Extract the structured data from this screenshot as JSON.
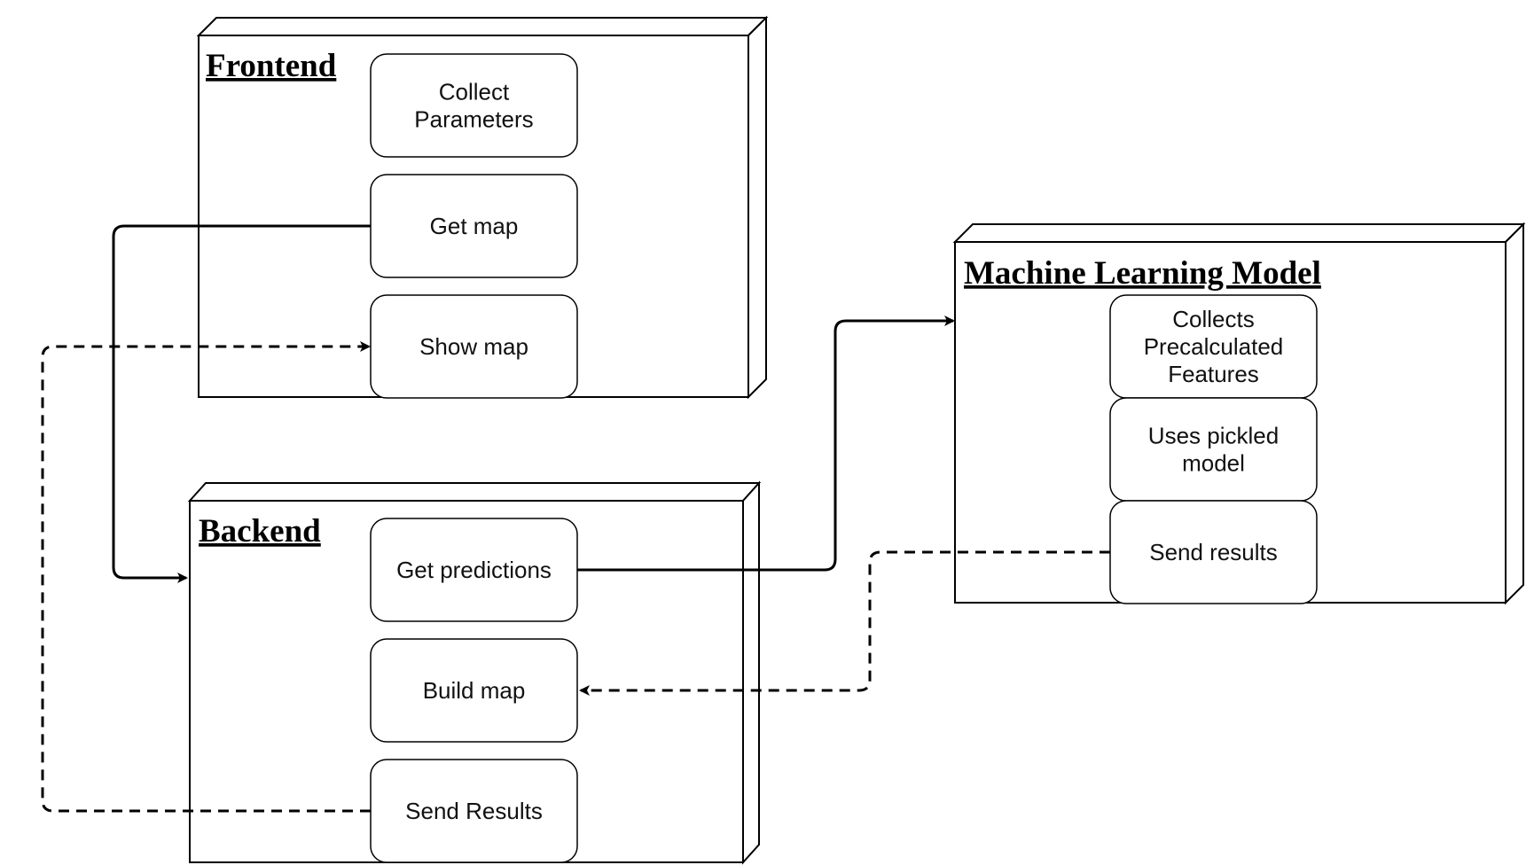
{
  "nodes": {
    "frontend": {
      "title": "Frontend",
      "steps": [
        "Collect Parameters",
        "Get map",
        "Show map"
      ]
    },
    "backend": {
      "title": "Backend",
      "steps": [
        "Get predictions",
        "Build map",
        "Send Results"
      ]
    },
    "ml_model": {
      "title": "Machine Learning Model",
      "steps": [
        "Collects Precalculated Features",
        "Uses pickled model",
        "Send results"
      ]
    }
  },
  "connections": [
    {
      "from": "Get map",
      "to": "Backend",
      "style": "solid"
    },
    {
      "from": "Get predictions",
      "to": "Machine Learning Model",
      "style": "solid"
    },
    {
      "from": "Send results",
      "to": "Build map",
      "style": "dashed"
    },
    {
      "from": "Send Results",
      "to": "Show map",
      "style": "dashed"
    }
  ]
}
